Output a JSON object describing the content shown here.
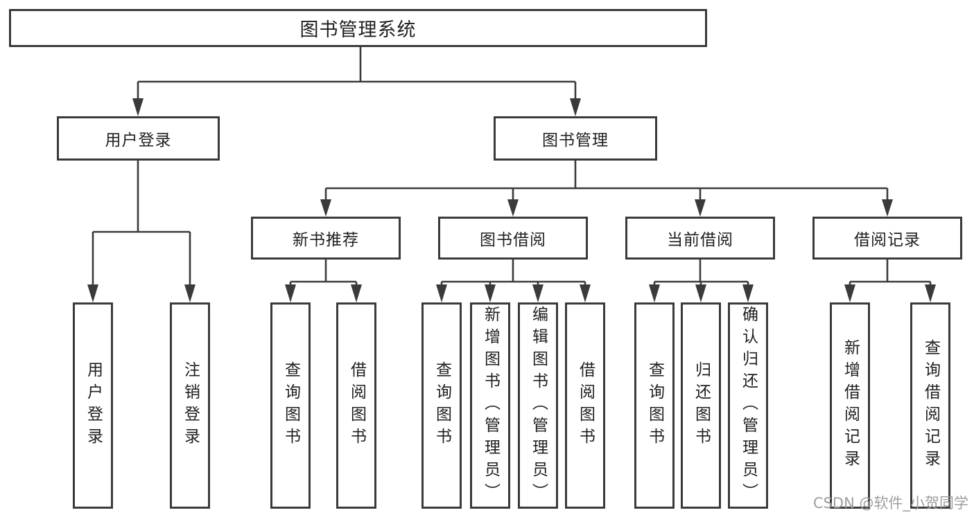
{
  "diagram": {
    "title": "图书管理系统",
    "colors": {
      "line": "#3a3a3a",
      "text": "#1f1f1f",
      "watermark": "#9e9e9e",
      "background": "#ffffff"
    },
    "nodes": {
      "root": "图书管理系统",
      "userLogin": "用户登录",
      "bookManagement": "图书管理",
      "newBookRecommend": "新书推荐",
      "bookBorrow": "图书借阅",
      "currentBorrow": "当前借阅",
      "borrowRecord": "借阅记录",
      "leafUserLogin": "用户登录",
      "leafLogout": "注销登录",
      "leafRecQueryBook": "查询图书",
      "leafRecBorrowBook": "借阅图书",
      "leafBorQueryBook": "查询图书",
      "leafBorAddBook": "新增图书（管理员）",
      "leafBorEditBook": "编辑图书（管理员）",
      "leafBorBorrowBook": "借阅图书",
      "leafCurQueryBook": "查询图书",
      "leafCurReturnBook": "归还图书",
      "leafCurConfirmReturn": "确认归还（管理员）",
      "leafRecordAdd": "新增借阅记录",
      "leafRecordQuery": "查询借阅记录"
    },
    "watermark": "CSDN @软件_小贺同学"
  }
}
